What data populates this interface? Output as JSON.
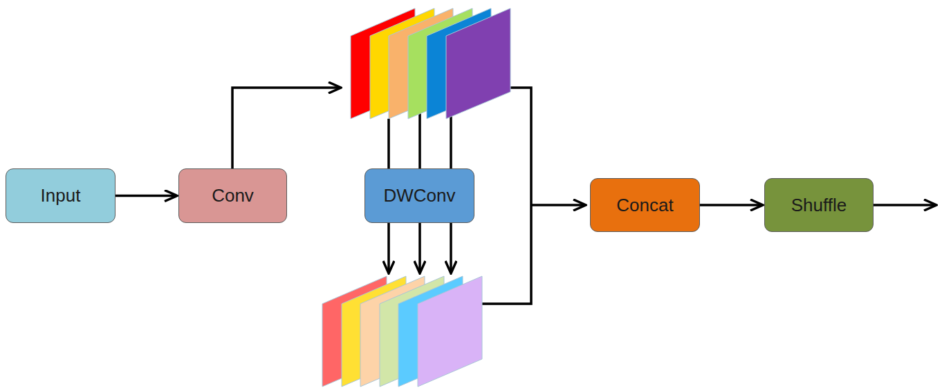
{
  "diagram": {
    "nodes": [
      {
        "text": [
          "Input"
        ]
      },
      {
        "text": [
          "Conv"
        ]
      },
      {
        "text": [
          "DWConv"
        ]
      },
      {
        "text": [
          "Concat"
        ]
      },
      {
        "text": [
          "Shuffle"
        ]
      }
    ],
    "edges": [
      {
        "from": 0,
        "to": 1,
        "arrow": "to"
      },
      {
        "from": 3,
        "to": 4,
        "arrow": "to"
      }
    ]
  }
}
